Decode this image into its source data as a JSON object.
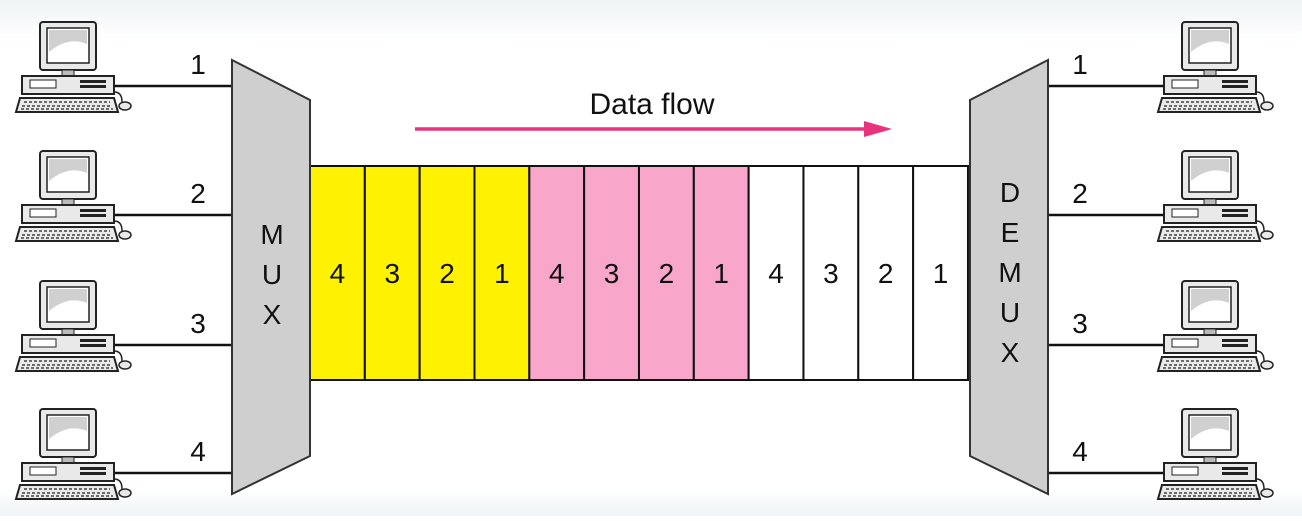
{
  "diagram": {
    "flow_label": "Data flow",
    "mux_label": [
      "M",
      "U",
      "X"
    ],
    "demux_label": [
      "D",
      "E",
      "M",
      "U",
      "X"
    ],
    "inputs": [
      "1",
      "2",
      "3",
      "4"
    ],
    "outputs": [
      "1",
      "2",
      "3",
      "4"
    ],
    "frames": [
      {
        "color": "#fff200",
        "slots": [
          "4",
          "3",
          "2",
          "1"
        ]
      },
      {
        "color": "#f8a6c9",
        "slots": [
          "4",
          "3",
          "2",
          "1"
        ]
      },
      {
        "color": "#ffffff",
        "slots": [
          "4",
          "3",
          "2",
          "1"
        ]
      }
    ],
    "colors": {
      "arrow": "#e8337e",
      "device": "#cfcfcf",
      "line": "#111111"
    },
    "icons": {
      "station": "computer-icon"
    }
  }
}
